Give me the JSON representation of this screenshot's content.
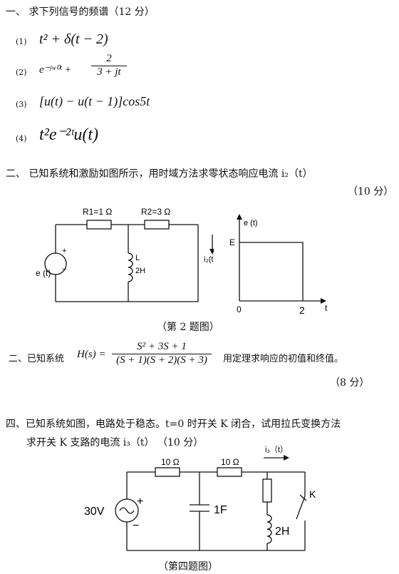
{
  "q1": {
    "heading": "一、    求下列信号的频谱（12 分）",
    "items": [
      {
        "no": "(1)",
        "expr": "t² + δ(t − 2)"
      },
      {
        "no": "(2)",
        "expr_a": "e⁻ʲʷ⁰ᵗ +",
        "num": "2",
        "den": "3 + jt"
      },
      {
        "no": "(3)",
        "expr": "[u(t) − u(t − 1)]cos5t"
      },
      {
        "no": "(4)",
        "expr": "t²e⁻²ᵗu(t)"
      }
    ]
  },
  "q2": {
    "heading": "二、    已知系统和激励如图所示，用时域方法求零状态响应电流 i₂（t）",
    "score": "（10 分）",
    "circuit": {
      "r1": "R1=1 Ω",
      "r2": "R2=3 Ω",
      "l_label": "L",
      "l_value": "2H",
      "source": "e (t)",
      "current": "i₂(t)",
      "plus": "+",
      "minus": "−"
    },
    "graph": {
      "ylabel": "e (t)",
      "xlabel": "t",
      "level": "E",
      "origin": "0",
      "tick": "2"
    },
    "caption": "（第 2 题图）"
  },
  "q3": {
    "lead": "二、已知系统",
    "h_label": "H(s) =",
    "num": "S² + 3S + 1",
    "den": "(S + 1)(S + 2)(S + 3)",
    "tail": "用定理求响应的初值和终值。",
    "score": "（8 分）"
  },
  "q4": {
    "line1": "四、已知系统如图，电路处于稳态。t=0 时开关 K 闭合，试用拉氏变换方法",
    "line2": "求开关 K 支路的电流 i₃（t）    （10 分）",
    "circuit": {
      "r1": "10 Ω",
      "r2": "10 Ω",
      "source": "30V",
      "cap": "1F",
      "ind": "2H",
      "switch": "K",
      "current": "i₃（t）",
      "plus": "+",
      "minus": "−"
    },
    "caption": "（第四题图）"
  }
}
